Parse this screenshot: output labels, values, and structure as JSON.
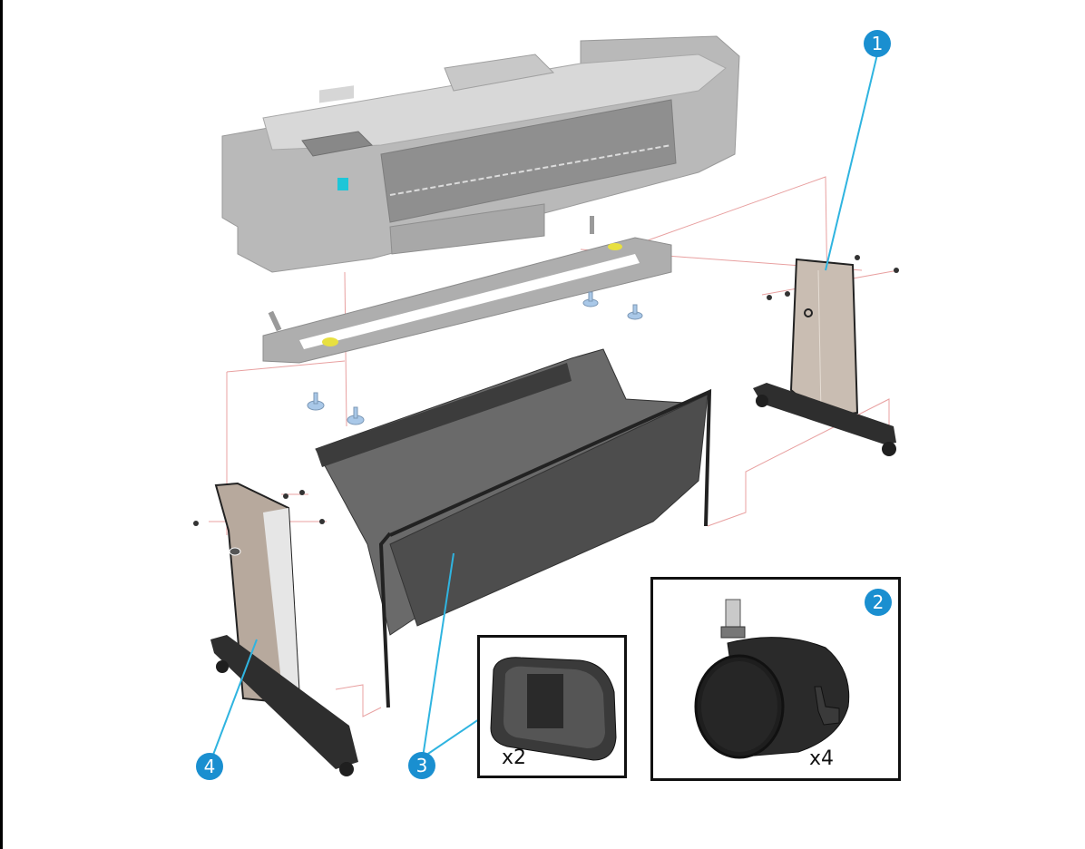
{
  "diagram": {
    "type": "exploded-parts-diagram",
    "subject": "Large-format printer with stand assembly",
    "colors": {
      "callout": "#1a8fd0",
      "leader_line": "#2fb4e0",
      "guide_line": "#e8a0a0",
      "printer_body": "#b8b8b8",
      "leg_panel": "#c9bdb2",
      "dark_part": "#2e2e2e",
      "bin_mesh": "#555555",
      "foot_cap": "#a9c8e8",
      "latch": "#e8e040",
      "inset_border": "#111111"
    }
  },
  "callouts": [
    {
      "number": "1",
      "part": "right-leg"
    },
    {
      "number": "2",
      "part": "caster-wheel"
    },
    {
      "number": "3",
      "part": "basket-and-clips"
    },
    {
      "number": "4",
      "part": "left-leg"
    }
  ],
  "insets": {
    "clip": {
      "quantity": "x2"
    },
    "caster": {
      "quantity": "x4",
      "callout": "2"
    }
  }
}
